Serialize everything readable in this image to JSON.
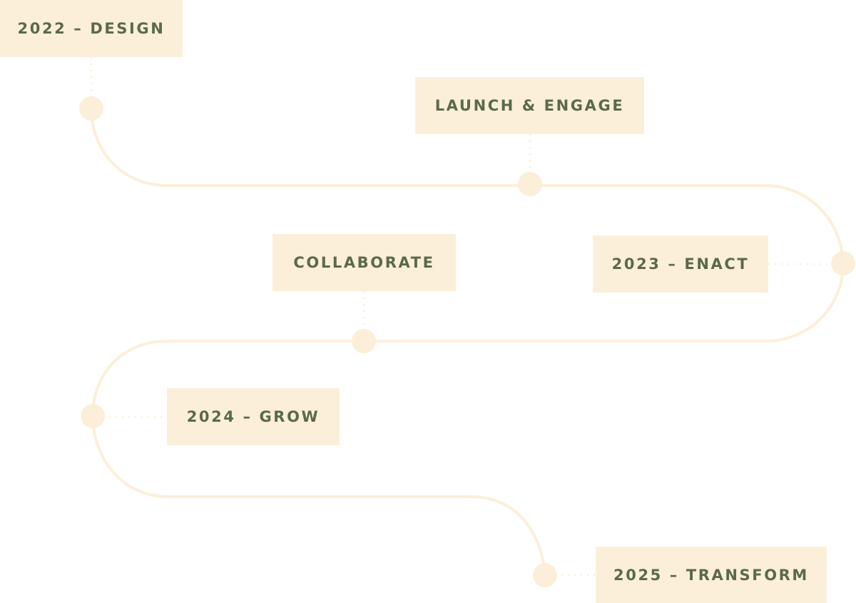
{
  "colors": {
    "background": "#ffffff",
    "path": "#fcefd9",
    "box_fill": "#fcefd9",
    "label_text": "#5a6a48"
  },
  "milestones": [
    {
      "label": "2022 – DESIGN"
    },
    {
      "label": "LAUNCH & ENGAGE"
    },
    {
      "label": "2023 – ENACT"
    },
    {
      "label": "COLLABORATE"
    },
    {
      "label": "2024 – GROW"
    },
    {
      "label": "2025 – TRANSFORM"
    }
  ]
}
